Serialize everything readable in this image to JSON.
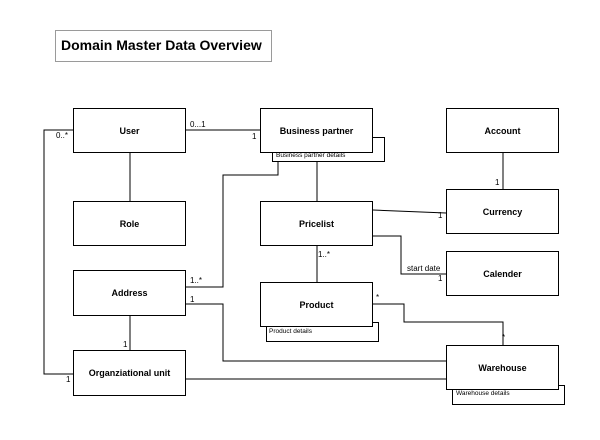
{
  "title": "Domain Master Data Overview",
  "entities": {
    "user": "User",
    "role": "Role",
    "address": "Address",
    "org_unit": "Organziational unit",
    "business_partner": "Business partner",
    "pricelist": "Pricelist",
    "product": "Product",
    "account": "Account",
    "currency": "Currency",
    "calender": "Calender",
    "warehouse": "Warehouse"
  },
  "notes": {
    "business_partner_details": "Business partner details",
    "product_details": "Product details",
    "warehouse_details": "Warehouse details"
  },
  "multiplicities": {
    "user_bp_user_side": "0...1",
    "user_bp_bp_side": "1",
    "user_org_user_side": "0..*",
    "org_user_org_side": "1",
    "address_org_org_side": "1",
    "address_bp_address_side": "1..*",
    "address_warehouse_address_side": "1",
    "account_currency_currency_side": "1",
    "pricelist_currency_currency_side": "1",
    "pricelist_calender_label": "start date",
    "pricelist_calender_calender_side": "1",
    "pricelist_product_pricelist_side": "1..*",
    "product_warehouse_product_side": "*",
    "product_warehouse_warehouse_side": "*"
  }
}
